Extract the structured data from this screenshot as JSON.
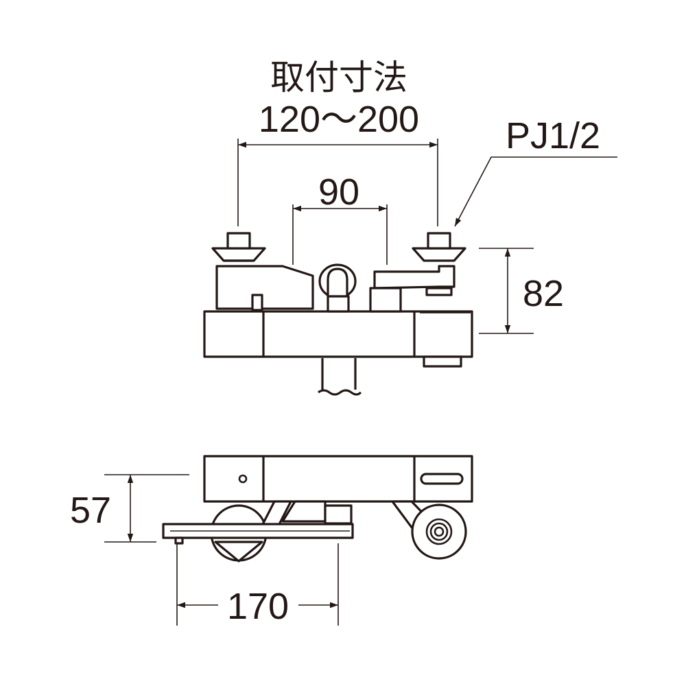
{
  "drawing": {
    "mount_title": "取付寸法",
    "mount_range": "120～200",
    "pipe_thread": "PJ1/2",
    "center_spacing": "90",
    "height": "82",
    "depth": "57",
    "width": "170"
  },
  "colors": {
    "line": "#231815",
    "background": "#ffffff"
  }
}
